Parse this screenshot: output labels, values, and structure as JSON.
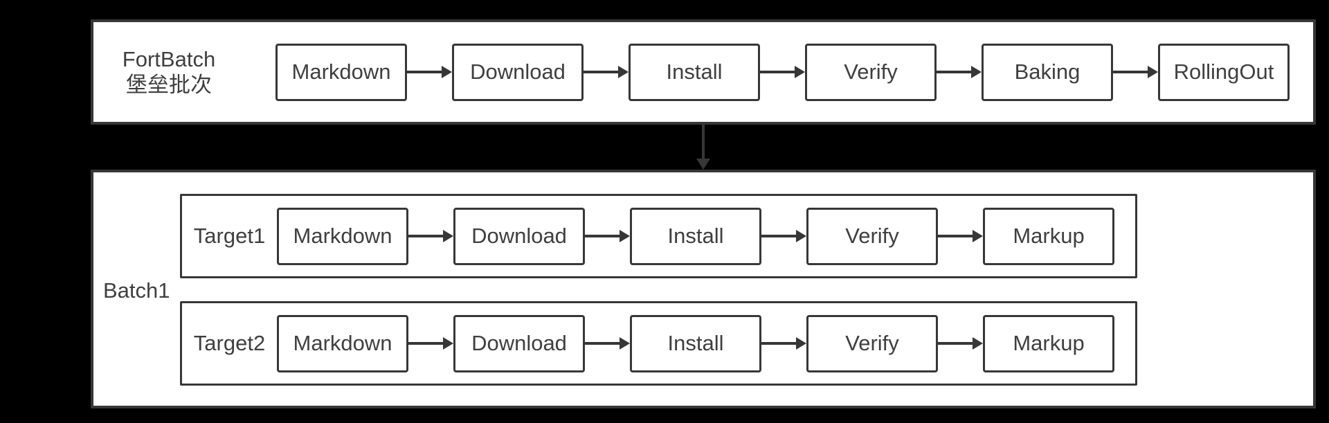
{
  "colors": {
    "background": "#000000",
    "panel_background": "#ffffff",
    "line": "#373737",
    "text": "#3f3f3f"
  },
  "fort_batch": {
    "label_en": "FortBatch",
    "label_zh": "堡垒批次",
    "stages": [
      "Markdown",
      "Download",
      "Install",
      "Verify",
      "Baking",
      "RollingOut"
    ]
  },
  "batch": {
    "label": "Batch1",
    "targets": [
      {
        "label": "Target1",
        "stages": [
          "Markdown",
          "Download",
          "Install",
          "Verify",
          "Markup"
        ]
      },
      {
        "label": "Target2",
        "stages": [
          "Markdown",
          "Download",
          "Install",
          "Verify",
          "Markup"
        ]
      }
    ]
  },
  "icons": {
    "stage_connector": "arrow-right-icon",
    "batch_connector": "arrow-down-icon"
  }
}
